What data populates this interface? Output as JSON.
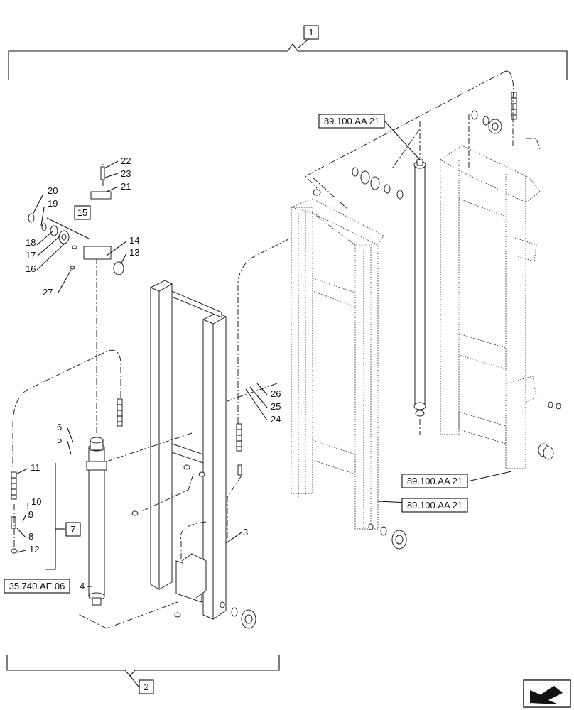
{
  "callouts": [
    {
      "id": "c1",
      "text": "1"
    },
    {
      "id": "c2",
      "text": "2"
    },
    {
      "id": "c15",
      "text": "15"
    },
    {
      "id": "c7",
      "text": "7"
    }
  ],
  "references": [
    {
      "id": "ref-top",
      "text": "89.100.AA 21"
    },
    {
      "id": "ref-right-1",
      "text": "89.100.AA 21"
    },
    {
      "id": "ref-right-2",
      "text": "89.100.AA 21"
    },
    {
      "id": "ref-left",
      "text": "35.740.AE 06"
    }
  ],
  "part_numbers": {
    "p22": "22",
    "p23": "23",
    "p21": "21",
    "p20": "20",
    "p19": "19",
    "p18": "18",
    "p17": "17",
    "p16": "16",
    "p14": "14",
    "p13": "13",
    "p27": "27",
    "p26": "26",
    "p25": "25",
    "p24": "24",
    "p6": "6",
    "p5": "5",
    "p11": "11",
    "p10": "10",
    "p9": "9",
    "p8": "8",
    "p12": "12",
    "p4": "4",
    "p3": "3"
  },
  "nav_icon": "arrow-back-icon"
}
